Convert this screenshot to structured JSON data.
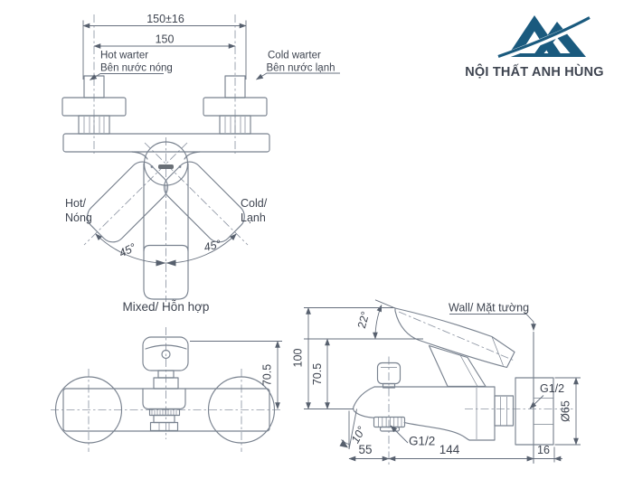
{
  "page": {
    "background": "#ffffff"
  },
  "brand": {
    "name": "NỘI THẤT ANH HÙNG",
    "color": "#1a5a7e"
  },
  "top_view": {
    "dim_span_tolerance": "150±16",
    "dim_span": "150",
    "hot_inlet_line1": "Hot warter",
    "hot_inlet_line2": "Bên nước nóng",
    "cold_inlet_line1": "Cold warter",
    "cold_inlet_line2": "Bên nước lạnh",
    "hot_position_line1": "Hot/",
    "hot_position_line2": "Nóng",
    "cold_position_line1": "Cold/",
    "cold_position_line2": "Lạnh",
    "hot_angle": "45°",
    "cold_angle": "45°",
    "mixed_position": "Mixed/ Hỗn hợp"
  },
  "front_view": {
    "dim_handle_to_center": "70.5"
  },
  "side_view": {
    "wall_label": "Wall/ Mặt tường",
    "lever_angle": "22°",
    "dim_total_height": "100",
    "dim_body_height": "70.5",
    "spout_angle": "10°",
    "dim_spout_offset": "55",
    "dim_body_depth": "144",
    "dim_wall_inset": "16",
    "spout_thread": "G1/2",
    "inlet_thread": "G1/2",
    "flange_diameter": "Ø65"
  }
}
